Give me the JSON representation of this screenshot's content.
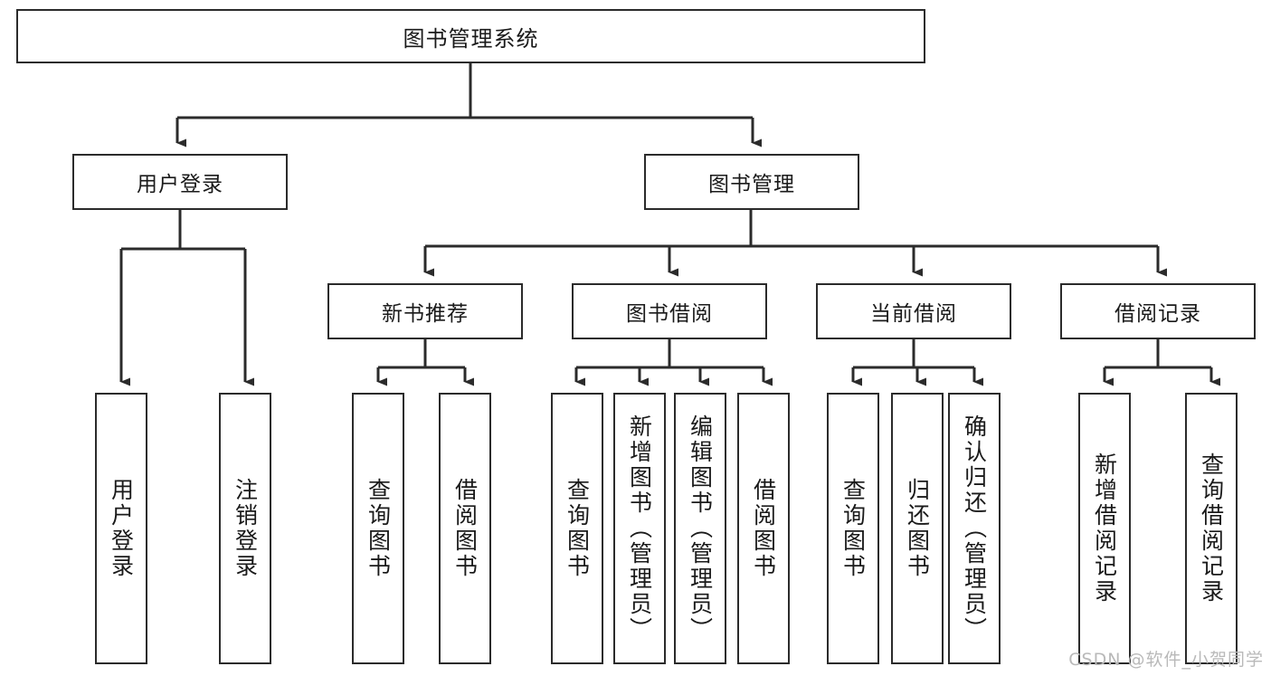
{
  "diagram": {
    "title": "图书管理系统",
    "type": "tree",
    "watermark": "CSDN @软件_小贺同学",
    "colors": {
      "box_border": "#2b2b2b",
      "box_fill": "#ffffff",
      "connector": "#2b2b2b",
      "text": "#1a1a1a",
      "watermark": "#b9b9b9"
    },
    "nodes": {
      "root": {
        "label": "图书管理系统"
      },
      "level2": [
        {
          "id": "user-login",
          "label": "用户登录"
        },
        {
          "id": "book-management",
          "label": "图书管理"
        }
      ],
      "level3": [
        {
          "id": "new-book-recommend",
          "label": "新书推荐"
        },
        {
          "id": "book-borrow",
          "label": "图书借阅"
        },
        {
          "id": "current-borrow",
          "label": "当前借阅"
        },
        {
          "id": "borrow-record",
          "label": "借阅记录"
        }
      ],
      "leaves": {
        "user-login": [
          {
            "id": "leaf-user-login",
            "label": "用户登录"
          },
          {
            "id": "leaf-logout-login",
            "label": "注销登录"
          }
        ],
        "new-book-recommend": [
          {
            "id": "leaf-query-book-1",
            "label": "查询图书"
          },
          {
            "id": "leaf-borrow-book-1",
            "label": "借阅图书"
          }
        ],
        "book-borrow": [
          {
            "id": "leaf-query-book-2",
            "label": "查询图书"
          },
          {
            "id": "leaf-add-book",
            "label": "新增图书（管理员）"
          },
          {
            "id": "leaf-edit-book",
            "label": "编辑图书（管理员）"
          },
          {
            "id": "leaf-borrow-book-2",
            "label": "借阅图书"
          }
        ],
        "current-borrow": [
          {
            "id": "leaf-query-book-3",
            "label": "查询图书"
          },
          {
            "id": "leaf-return-book",
            "label": "归还图书"
          },
          {
            "id": "leaf-confirm-return",
            "label": "确认归还（管理员）"
          }
        ],
        "borrow-record": [
          {
            "id": "leaf-add-record",
            "label": "新增借阅记录"
          },
          {
            "id": "leaf-query-record",
            "label": "查询借阅记录"
          }
        ]
      }
    }
  }
}
